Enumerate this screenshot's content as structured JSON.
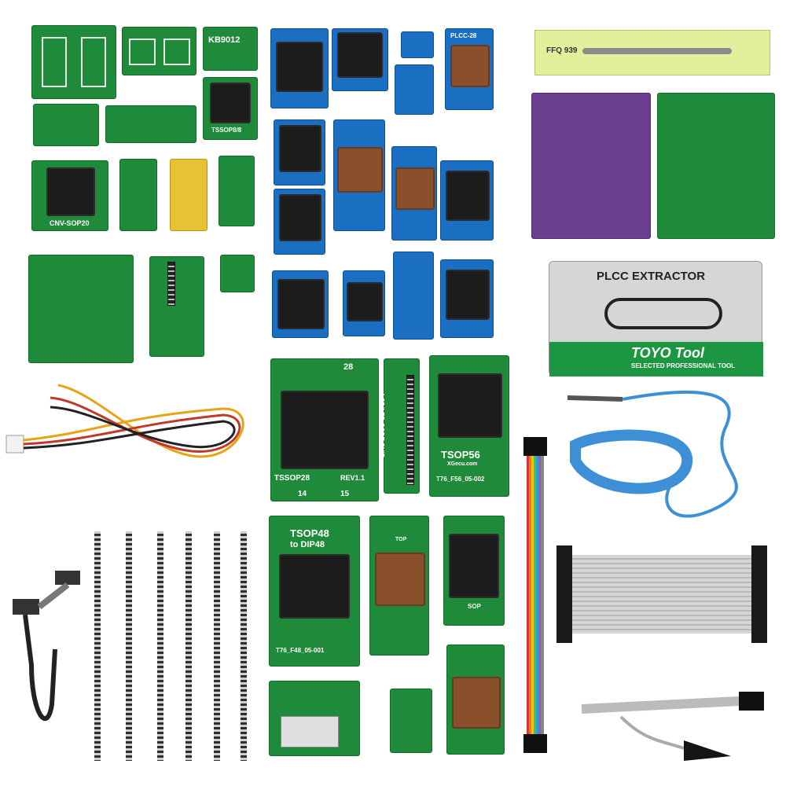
{
  "labels": {
    "kb9012": "KB9012",
    "tssop8": "TSSOP8/8",
    "cnv_sop20": "CNV-SOP20",
    "plcc28": "PLCC-28",
    "tssop28": "TSSOP28",
    "rev": "REV1.1",
    "pin28": "28",
    "pin14": "14",
    "pin15": "15",
    "tsop56": "TSOP56",
    "t76": "T76_F56_05-002",
    "xgecu": "XGecu.com",
    "lcd": "LCD/LED CODE CHIP",
    "tsop48": "TSOP48",
    "to_dip48": "to DIP48",
    "t76_48": "T76_F48_05-001",
    "top": "TOP",
    "sop": "SOP",
    "plcc_extractor": "PLCC EXTRACTOR",
    "tool_brand": "TOYO Tool",
    "tool_tag": "SELECTED PROFESSIONAL TOOL",
    "ffq": "FFQ 939"
  },
  "colors": {
    "pcb_green": "#1f8a3a",
    "pcb_blue": "#1a6fc2",
    "pcb_purple": "#6b3f8f",
    "socket_black": "#1c1c1c",
    "plcc_brown": "#8a4f2b",
    "wrist_strap_blue": "#3d8fd6",
    "ribbon_gray": "#c9c9c9"
  }
}
